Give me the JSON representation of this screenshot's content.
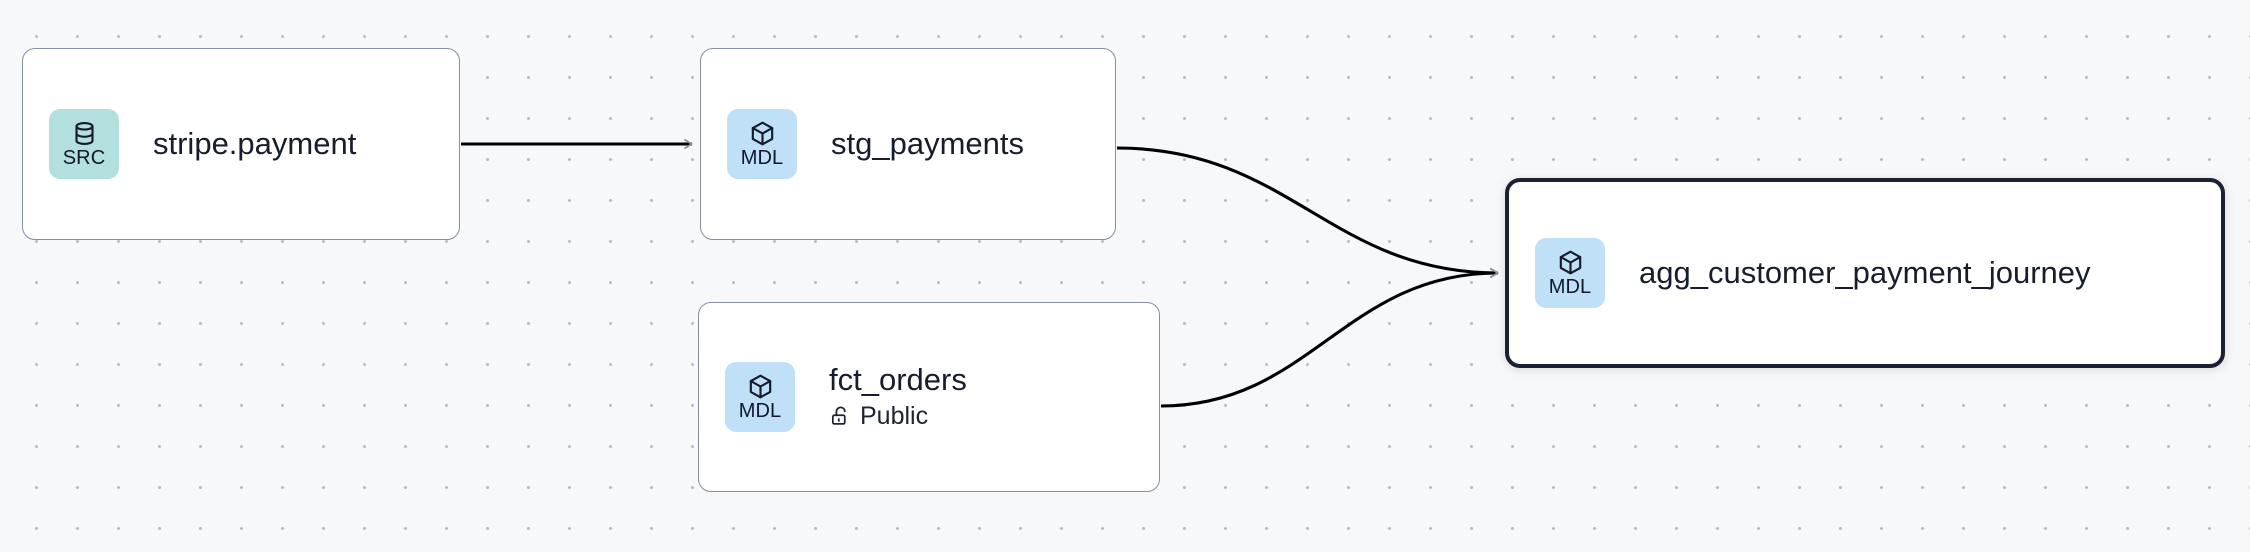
{
  "canvas": {
    "background_color": "#f7f8fa",
    "dot_color": "#b9bdc9",
    "grid_spacing": 41
  },
  "graph": {
    "type": "lineage-dag",
    "edge_color": "#000000",
    "arrowhead_color": "#8b93a3",
    "nodes": [
      {
        "id": "stripe-payment",
        "title": "stripe.payment",
        "badge_label": "SRC",
        "badge_icon": "database-icon",
        "badge_color": "#b4dfdf",
        "selected": false,
        "subtitle": null,
        "subtitle_icon": null
      },
      {
        "id": "stg-payments",
        "title": "stg_payments",
        "badge_label": "MDL",
        "badge_icon": "cube-icon",
        "badge_color": "#bfe0f7",
        "selected": false,
        "subtitle": null,
        "subtitle_icon": null
      },
      {
        "id": "fct-orders",
        "title": "fct_orders",
        "badge_label": "MDL",
        "badge_icon": "cube-icon",
        "badge_color": "#bfe0f7",
        "selected": false,
        "subtitle": "Public",
        "subtitle_icon": "unlock-icon"
      },
      {
        "id": "agg-journey",
        "title": "agg_customer_payment_journey",
        "badge_label": "MDL",
        "badge_icon": "cube-icon",
        "badge_color": "#bfe0f7",
        "selected": true,
        "selected_border_color": "#1b2132",
        "subtitle": null,
        "subtitle_icon": null
      }
    ],
    "edges": [
      {
        "from": "stripe-payment",
        "to": "stg-payments",
        "shape": "straight"
      },
      {
        "from": "stg-payments",
        "to": "agg-journey",
        "shape": "bezier"
      },
      {
        "from": "fct-orders",
        "to": "agg-journey",
        "shape": "bezier"
      }
    ]
  }
}
